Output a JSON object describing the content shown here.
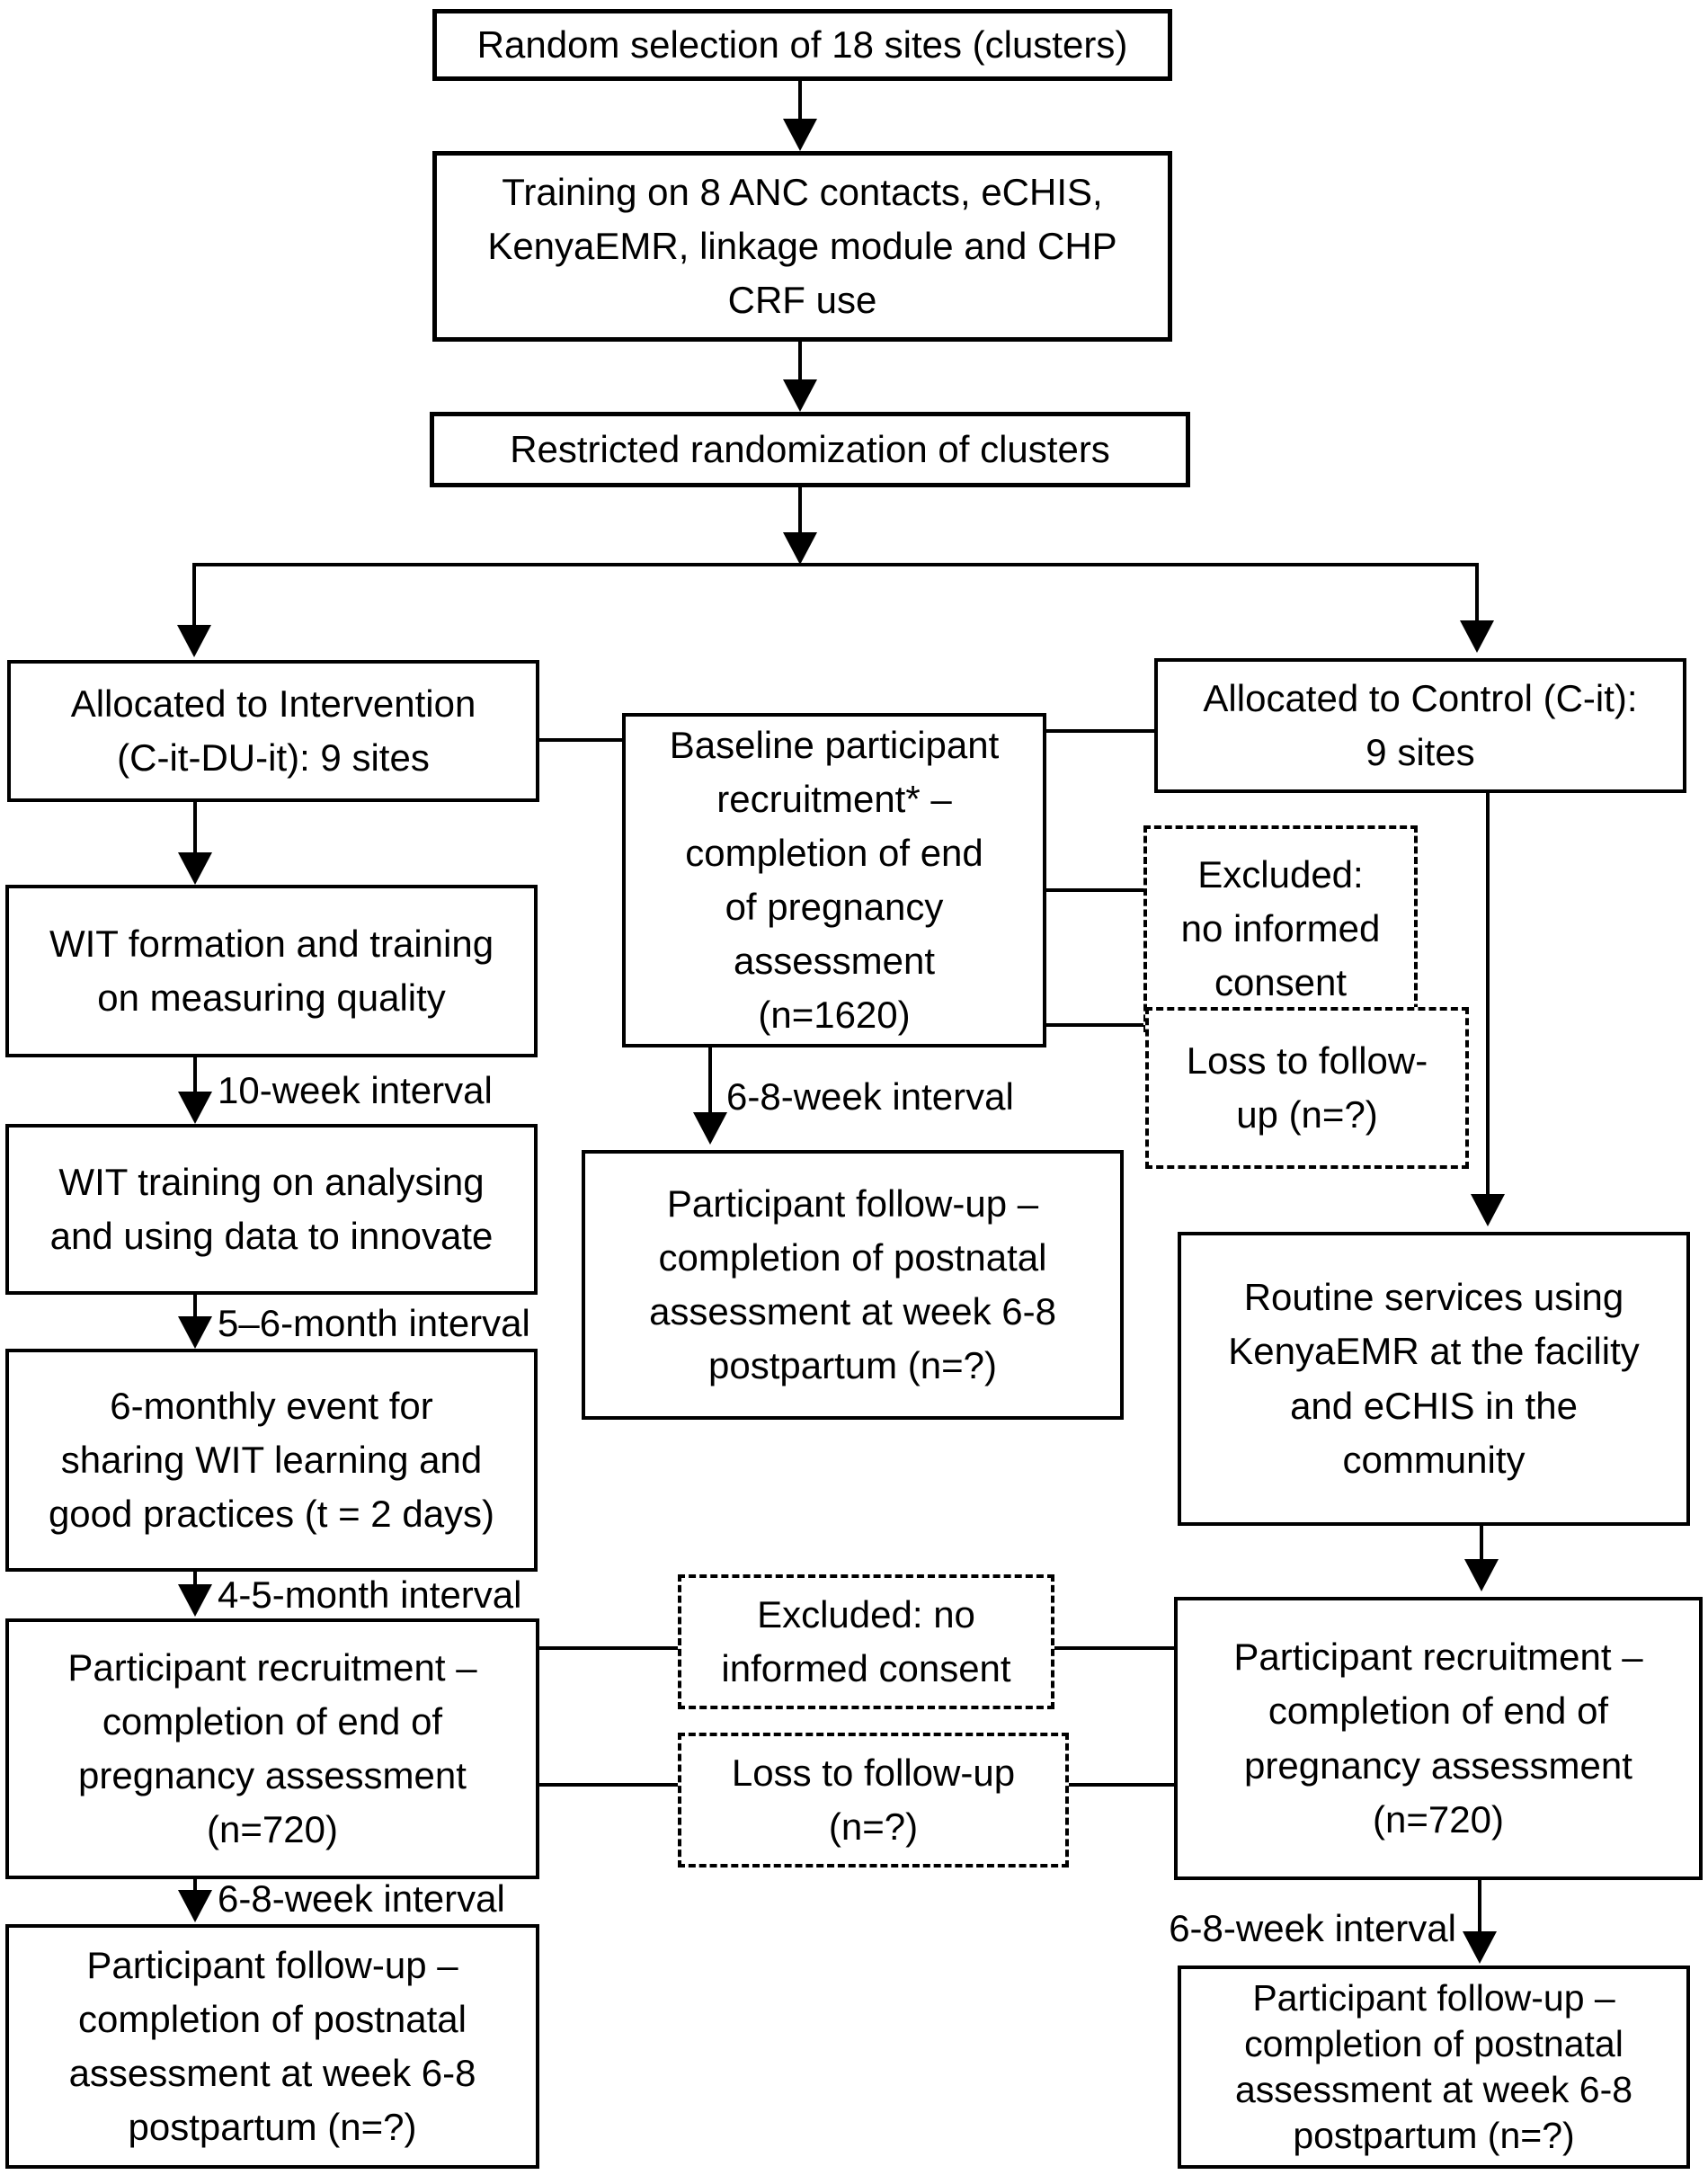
{
  "diagram": {
    "type": "trial-flowchart",
    "colors": {
      "stroke": "#000000",
      "background": "#ffffff"
    },
    "boxes": {
      "random_selection": {
        "lines": [
          "Random selection of 18 sites (clusters)"
        ]
      },
      "training": {
        "lines": [
          "Training on 8 ANC contacts, eCHIS,",
          "KenyaEMR, linkage module and CHP",
          "CRF use"
        ]
      },
      "restricted_randomization": {
        "lines": [
          "Restricted randomization of clusters"
        ]
      },
      "allocated_intervention": {
        "lines": [
          "Allocated to Intervention",
          "(C-it-DU-it): 9 sites"
        ]
      },
      "allocated_control": {
        "lines": [
          "Allocated to Control (C-it):",
          "9 sites"
        ]
      },
      "baseline_recruitment": {
        "lines": [
          "Baseline participant",
          "recruitment* –",
          "completion of end",
          "of pregnancy",
          "assessment",
          "(n=1620)"
        ]
      },
      "excluded_control": {
        "lines": [
          "Excluded:",
          "no informed",
          "consent"
        ]
      },
      "loss_followup_control": {
        "lines": [
          "Loss to follow-",
          "up (n=?)"
        ]
      },
      "participant_followup_mid": {
        "lines": [
          "Participant follow-up –",
          "completion of postnatal",
          "assessment at week 6-8",
          "postpartum (n=?)"
        ]
      },
      "routine_services": {
        "lines": [
          "Routine services using",
          "KenyaEMR at the facility",
          "and eCHIS in the",
          "community"
        ]
      },
      "wit_formation": {
        "lines": [
          "WIT formation and training",
          "on measuring quality"
        ]
      },
      "wit_training": {
        "lines": [
          "WIT training on analysing",
          "and using data to innovate"
        ]
      },
      "six_monthly_event": {
        "lines": [
          "6-monthly event for",
          "sharing WIT learning and",
          "good practices (t = 2 days)"
        ]
      },
      "participant_recruitment_intervention": {
        "lines": [
          "Participant recruitment –",
          "completion of end of",
          "pregnancy assessment",
          "(n=720)"
        ]
      },
      "excluded_bottom": {
        "lines": [
          "Excluded: no",
          "informed consent"
        ]
      },
      "loss_followup_bottom": {
        "lines": [
          "Loss to follow-up",
          "(n=?)"
        ]
      },
      "participant_recruitment_control": {
        "lines": [
          "Participant recruitment –",
          "completion of end of",
          "pregnancy assessment",
          "(n=720)"
        ]
      },
      "participant_followup_intervention": {
        "lines": [
          "Participant follow-up –",
          "completion of postnatal",
          "assessment at week 6-8",
          "postpartum (n=?)"
        ]
      },
      "participant_followup_control": {
        "lines": [
          "Participant follow-up –",
          "completion of postnatal",
          "assessment at week 6-8",
          "postpartum (n=?)"
        ]
      }
    },
    "labels": {
      "ten_week": "10-week interval",
      "five_six_month": "5–6-month interval",
      "four_five_month": "4-5-month interval",
      "six_eight_week": "6-8-week interval"
    }
  }
}
